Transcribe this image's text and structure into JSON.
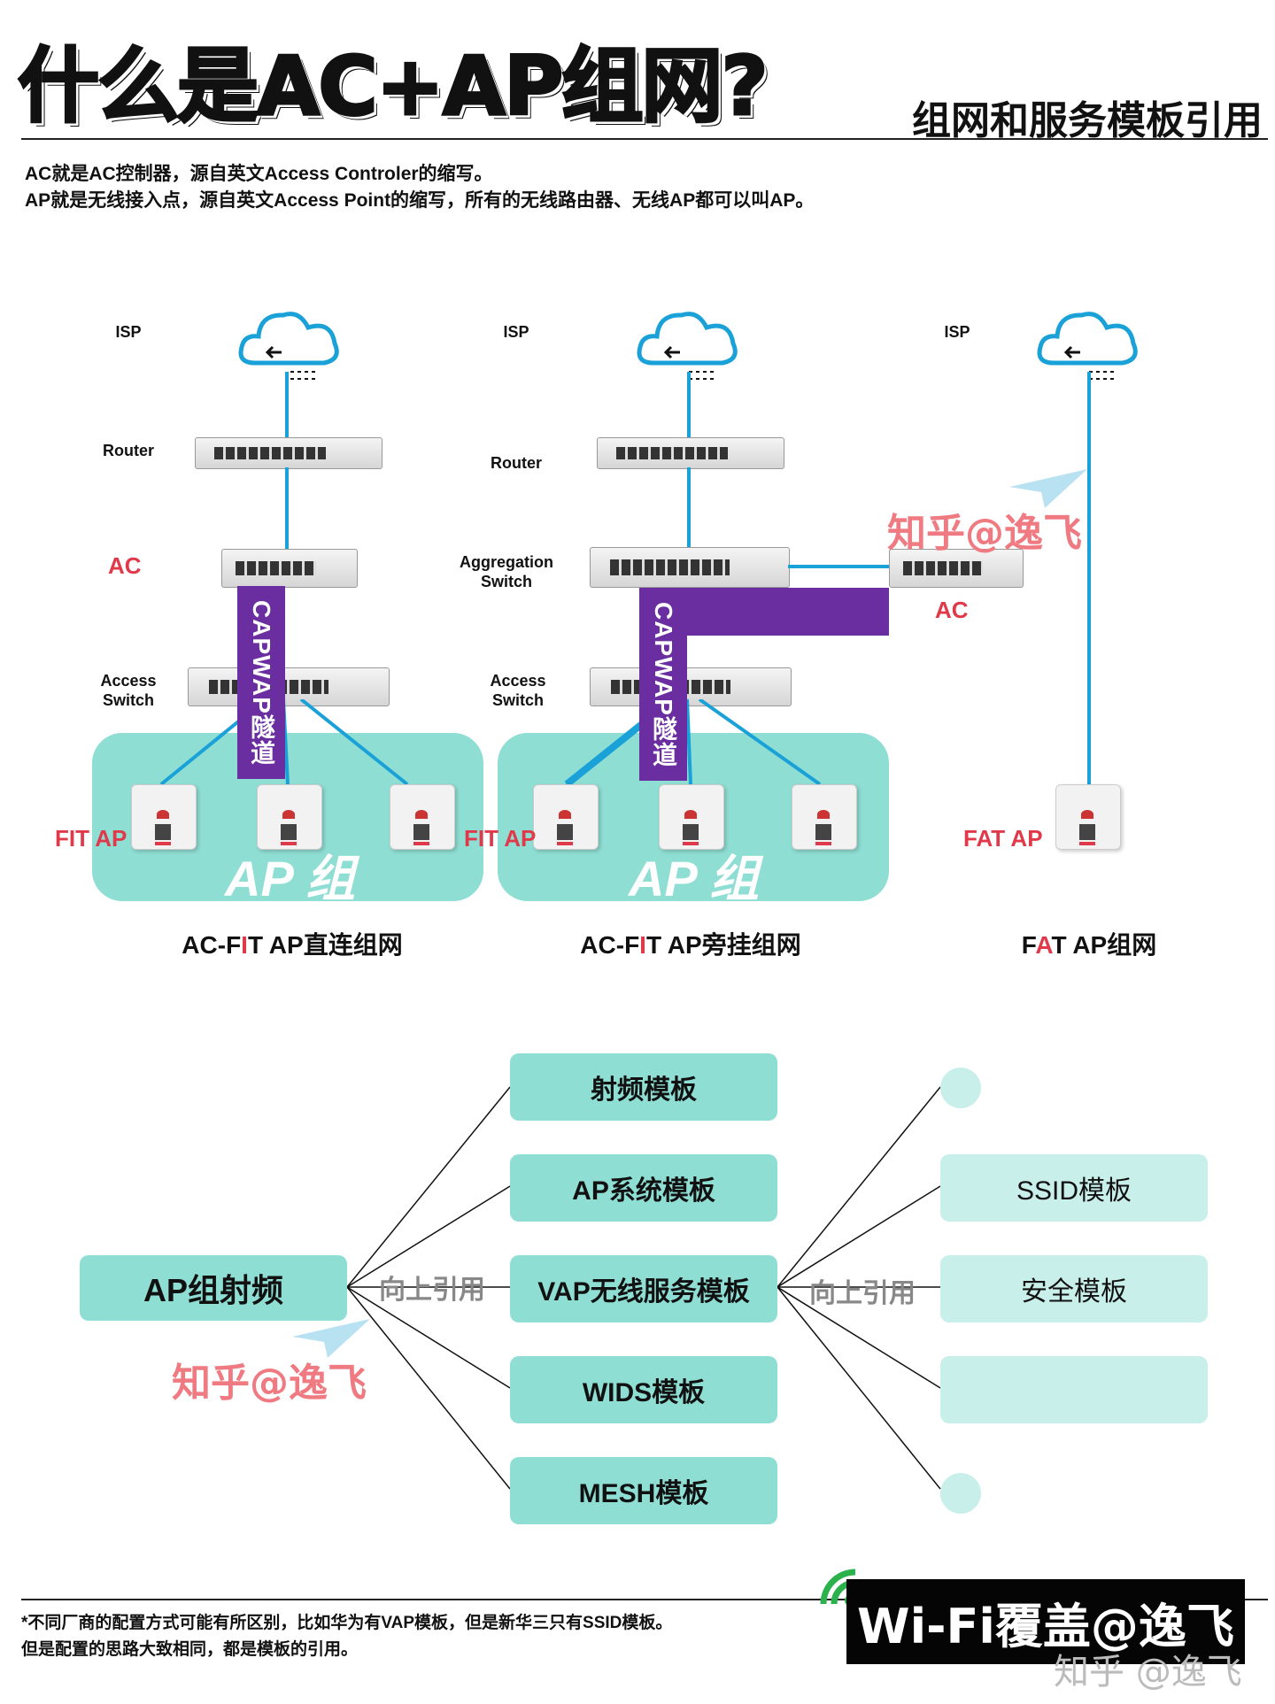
{
  "header": {
    "title": "什么是AC+AP组网?",
    "subtitle": "组网和服务模板引用",
    "intro_line1": "AC就是AC控制器，源自英文Access Controler的缩写。",
    "intro_line2": "AP就是无线接入点，源自英文Access Point的缩写，所有的无线路由器、无线AP都可以叫AP。"
  },
  "diagram1": {
    "isp": "ISP",
    "router": "Router",
    "ac": "AC",
    "access_switch": "Access\nSwitch",
    "capwap": "CAPWAP隧道",
    "fit_ap": "FIT AP",
    "ap_group": "AP 组",
    "title_pre": "AC-F",
    "title_i": "I",
    "title_post": "T AP直连组网"
  },
  "diagram2": {
    "isp": "ISP",
    "router": "Router",
    "aggregation_switch": "Aggregation\nSwitch",
    "ac": "AC",
    "access_switch": "Access\nSwitch",
    "capwap": "CAPWAP隧道",
    "fit_ap": "FIT AP",
    "ap_group": "AP 组",
    "title_pre": "AC-F",
    "title_i": "I",
    "title_post": "T AP旁挂组网"
  },
  "diagram3": {
    "isp": "ISP",
    "fat_ap": "FAT AP",
    "title_f": "F",
    "title_a": "A",
    "title_post": "T AP组网"
  },
  "watermark": "知乎@逸飞",
  "templates": {
    "root": "AP组射频",
    "ref_label": "向上引用",
    "middle": [
      "射频模板",
      "AP系统模板",
      "VAP无线服务模板",
      "WIDS模板",
      "MESH模板"
    ],
    "right": [
      "SSID模板",
      "安全模板"
    ]
  },
  "footer": {
    "note1": "*不同厂商的配置方式可能有所区别，比如华为有VAP模板，但是新华三只有SSID模板。",
    "note2": "但是配置的思路大致相同，都是模板的引用。",
    "brand": "Wi-Fi覆盖@逸飞",
    "brand_sub": "知乎 @逸飞"
  },
  "colors": {
    "teal": "#8fded4",
    "teal_light": "#c8efe9",
    "purple": "#6a2ea0",
    "link_blue": "#1aa1d8",
    "accent_red": "#e03a4a"
  }
}
